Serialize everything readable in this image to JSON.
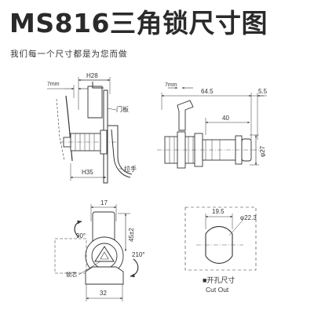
{
  "header": {
    "title": "MS816三角锁尺寸图",
    "subtitle": "我们每一个尺寸都是为您而做"
  },
  "side_view": {
    "dim_top": "H28",
    "dim_bottom": "H35",
    "dim_offset": "7mm",
    "label_panel": "门板",
    "label_cam": "拉手"
  },
  "profile_view": {
    "dim_offset": "7mm",
    "dim_total": "64.5",
    "dim_cam": "5.5",
    "dim_body": "40",
    "dim_dia": "φ27"
  },
  "front_view": {
    "dim_top": "17",
    "dim_height": "45±2",
    "dim_width": "32",
    "angle_left": "90°",
    "angle_right": "210°",
    "label_core": "锁芯"
  },
  "cutout_view": {
    "dim_width": "19.5",
    "dim_dia": "φ22.3",
    "caption_cn": "■开孔尺寸",
    "caption_en": "Cut Out"
  }
}
